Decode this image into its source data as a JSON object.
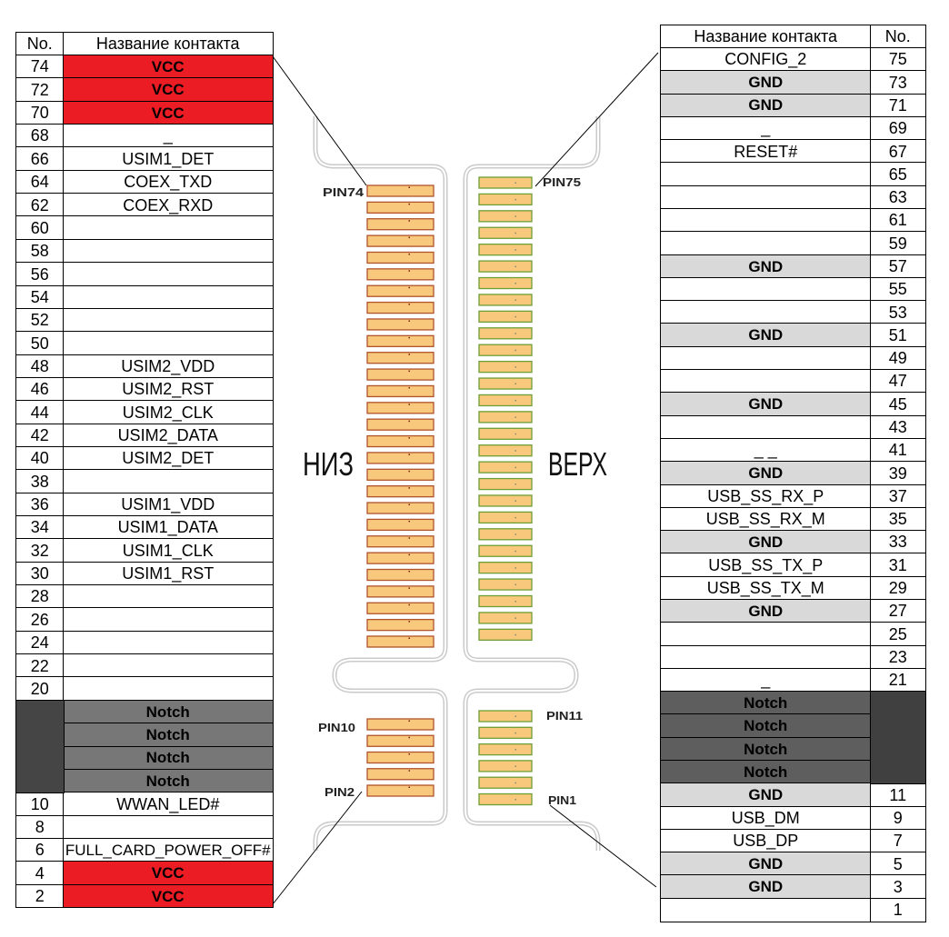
{
  "left_table": {
    "header": {
      "no": "No.",
      "name": "Название контакта"
    },
    "notch_number_fill": "#454545",
    "rows": [
      {
        "no": "74",
        "name": "VCC",
        "fill": "#ec1c24"
      },
      {
        "no": "72",
        "name": "VCC",
        "fill": "#ec1c24"
      },
      {
        "no": "70",
        "name": "VCC",
        "fill": "#ec1c24"
      },
      {
        "no": "68",
        "name": "_"
      },
      {
        "no": "66",
        "name": "USIM1_DET"
      },
      {
        "no": "64",
        "name": "COEX_TXD"
      },
      {
        "no": "62",
        "name": "COEX_RXD"
      },
      {
        "no": "60",
        "name": ""
      },
      {
        "no": "58",
        "name": ""
      },
      {
        "no": "56",
        "name": ""
      },
      {
        "no": "54",
        "name": ""
      },
      {
        "no": "52",
        "name": ""
      },
      {
        "no": "50",
        "name": ""
      },
      {
        "no": "48",
        "name": "USIM2_VDD"
      },
      {
        "no": "46",
        "name": "USIM2_RST"
      },
      {
        "no": "44",
        "name": "USIM2_CLK"
      },
      {
        "no": "42",
        "name": "USIM2_DATA"
      },
      {
        "no": "40",
        "name": "USIM2_DET"
      },
      {
        "no": "38",
        "name": ""
      },
      {
        "no": "36",
        "name": "USIM1_VDD"
      },
      {
        "no": "34",
        "name": "USIM1_DATA"
      },
      {
        "no": "32",
        "name": "USIM1_CLK"
      },
      {
        "no": "30",
        "name": "USIM1_RST"
      },
      {
        "no": "28",
        "name": ""
      },
      {
        "no": "26",
        "name": ""
      },
      {
        "no": "24",
        "name": ""
      },
      {
        "no": "22",
        "name": ""
      },
      {
        "no": "20",
        "name": ""
      },
      {
        "name": "Notch",
        "fill": "#777777"
      },
      {
        "name": "Notch",
        "fill": "#777777"
      },
      {
        "name": "Notch",
        "fill": "#777777"
      },
      {
        "name": "Notch",
        "fill": "#777777"
      },
      {
        "no": "10",
        "name": "WWAN_LED#"
      },
      {
        "no": "8",
        "name": ""
      },
      {
        "no": "6",
        "name": "FULL_CARD_POWER_OFF#"
      },
      {
        "no": "4",
        "name": "VCC",
        "fill": "#ec1c24"
      },
      {
        "no": "2",
        "name": "VCC",
        "fill": "#ec1c24"
      }
    ]
  },
  "right_table": {
    "header": {
      "name": "Название контакта",
      "no": "No."
    },
    "notch_number_fill": "#404040",
    "rows": [
      {
        "no": "75",
        "name": "CONFIG_2"
      },
      {
        "no": "73",
        "name": "GND",
        "fill": "#d9d9d9"
      },
      {
        "no": "71",
        "name": "GND",
        "fill": "#d9d9d9"
      },
      {
        "no": "69",
        "name": "_"
      },
      {
        "no": "67",
        "name": "RESET#"
      },
      {
        "no": "65",
        "name": ""
      },
      {
        "no": "63",
        "name": ""
      },
      {
        "no": "61",
        "name": ""
      },
      {
        "no": "59",
        "name": ""
      },
      {
        "no": "57",
        "name": "GND",
        "fill": "#d9d9d9"
      },
      {
        "no": "55",
        "name": ""
      },
      {
        "no": "53",
        "name": ""
      },
      {
        "no": "51",
        "name": "GND",
        "fill": "#d9d9d9"
      },
      {
        "no": "49",
        "name": ""
      },
      {
        "no": "47",
        "name": ""
      },
      {
        "no": "45",
        "name": "GND",
        "fill": "#d9d9d9"
      },
      {
        "no": "43",
        "name": ""
      },
      {
        "no": "41",
        "name": "_   _"
      },
      {
        "no": "39",
        "name": "GND",
        "fill": "#d9d9d9"
      },
      {
        "no": "37",
        "name": "USB_SS_RX_P"
      },
      {
        "no": "35",
        "name": "USB_SS_RX_M"
      },
      {
        "no": "33",
        "name": "GND",
        "fill": "#d9d9d9"
      },
      {
        "no": "31",
        "name": "USB_SS_TX_P"
      },
      {
        "no": "29",
        "name": "USB_SS_TX_M"
      },
      {
        "no": "27",
        "name": "GND",
        "fill": "#d9d9d9"
      },
      {
        "no": "25",
        "name": ""
      },
      {
        "no": "23",
        "name": ""
      },
      {
        "no": "21",
        "name": "_"
      },
      {
        "name": "Notch",
        "fill": "#5e5e5e"
      },
      {
        "name": "Notch",
        "fill": "#5e5e5e"
      },
      {
        "name": "Notch",
        "fill": "#5e5e5e"
      },
      {
        "name": "Notch",
        "fill": "#5e5e5e"
      },
      {
        "no": "11",
        "name": "GND",
        "fill": "#d9d9d9"
      },
      {
        "no": "9",
        "name": "USB_DM"
      },
      {
        "no": "7",
        "name": "USB_DP"
      },
      {
        "no": "5",
        "name": "GND",
        "fill": "#d9d9d9"
      },
      {
        "no": "3",
        "name": "GND",
        "fill": "#d9d9d9"
      },
      {
        "no": "1",
        "name": ""
      }
    ]
  },
  "connector": {
    "bottom_side_label": "НИЗ",
    "top_side_label": "ВЕРХ",
    "pin_labels": {
      "pin74": "PIN74",
      "pin75": "PIN75",
      "pin10": "PIN10",
      "pin11": "PIN11",
      "pin2": "PIN2",
      "pin1": "PIN1"
    },
    "pad_fill": "#f8c97c",
    "bottom_pad_stroke": "#b0522a",
    "top_pad_stroke": "#6c9f34",
    "outline_color": "#cacaca",
    "leader_line_color": "#000000"
  }
}
